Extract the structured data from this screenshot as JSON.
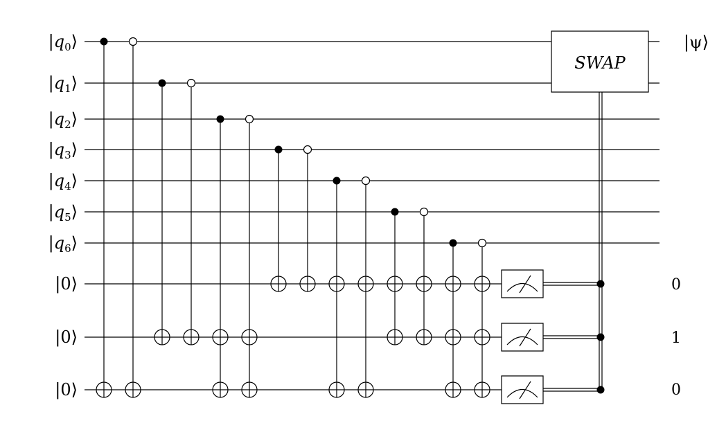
{
  "wires": [
    {
      "label": "q",
      "sub": "0"
    },
    {
      "label": "q",
      "sub": "1"
    },
    {
      "label": "q",
      "sub": "2"
    },
    {
      "label": "q",
      "sub": "3"
    },
    {
      "label": "q",
      "sub": "4"
    },
    {
      "label": "q",
      "sub": "5"
    },
    {
      "label": "q",
      "sub": "6"
    },
    {
      "label": "0",
      "sub": ""
    },
    {
      "label": "0",
      "sub": ""
    },
    {
      "label": "0",
      "sub": ""
    }
  ],
  "gates": [
    {
      "control": 0,
      "control_type": "closed",
      "target": 9
    },
    {
      "control": 0,
      "control_type": "open",
      "target": 9
    },
    {
      "control": 1,
      "control_type": "closed",
      "target": 8
    },
    {
      "control": 1,
      "control_type": "open",
      "target": 8
    },
    {
      "control": 2,
      "control_type": "closed",
      "targets": [
        8,
        9
      ]
    },
    {
      "control": 2,
      "control_type": "open",
      "targets": [
        8,
        9
      ]
    },
    {
      "control": 3,
      "control_type": "closed",
      "target": 7
    },
    {
      "control": 3,
      "control_type": "open",
      "target": 7
    },
    {
      "control": 4,
      "control_type": "closed",
      "targets": [
        7,
        9
      ]
    },
    {
      "control": 4,
      "control_type": "open",
      "targets": [
        7,
        9
      ]
    },
    {
      "control": 5,
      "control_type": "closed",
      "targets": [
        7,
        8
      ]
    },
    {
      "control": 5,
      "control_type": "open",
      "targets": [
        7,
        8
      ]
    },
    {
      "control": 6,
      "control_type": "closed",
      "targets": [
        7,
        8,
        9
      ]
    },
    {
      "control": 6,
      "control_type": "open",
      "targets": [
        7,
        8,
        9
      ]
    }
  ],
  "measured_wires": [
    7,
    8,
    9
  ],
  "swap_gate": {
    "label": "SWAP",
    "wires": [
      0,
      1
    ]
  },
  "output_state": "|ψ⟩",
  "measurement_results": [
    "0",
    "1",
    "0"
  ]
}
